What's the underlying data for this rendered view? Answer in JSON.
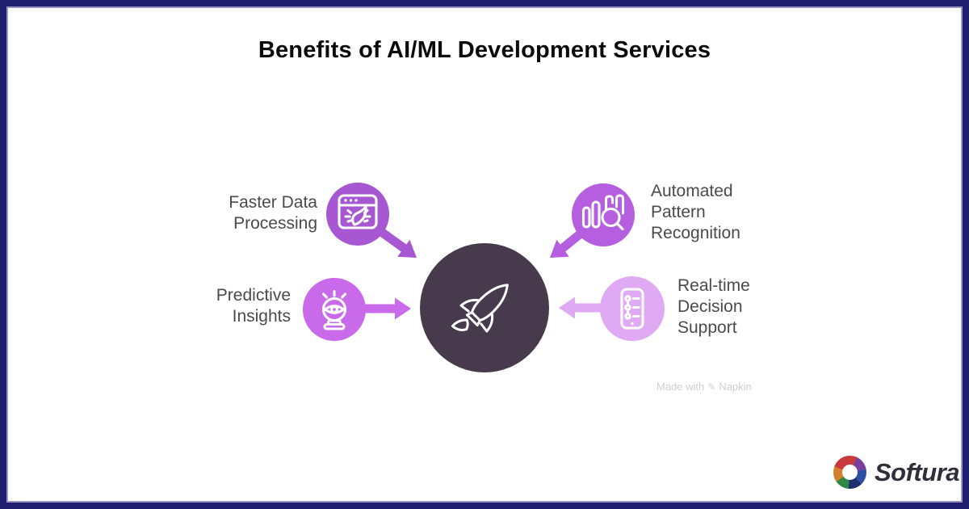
{
  "title": "Benefits of AI/ML Development Services",
  "diagram": {
    "center": {
      "icon": "rocket-icon"
    },
    "nodes": [
      {
        "id": "faster-data-processing",
        "label": "Faster Data Processing",
        "icon": "speedometer-browser-icon",
        "circle_color": "#a757d1",
        "position": "top-left"
      },
      {
        "id": "predictive-insights",
        "label": "Predictive Insights",
        "icon": "crystal-ball-eye-icon",
        "circle_color": "#c96aea",
        "position": "bottom-left"
      },
      {
        "id": "automated-pattern-recognition",
        "label": "Automated Pattern Recognition",
        "icon": "bar-chart-magnifier-icon",
        "circle_color": "#b55fe0",
        "position": "top-right"
      },
      {
        "id": "real-time-decision-support",
        "label": "Real-time Decision Support",
        "icon": "phone-timeline-icon",
        "circle_color": "#e0a9f3",
        "position": "bottom-right"
      }
    ]
  },
  "watermark": {
    "prefix": "Made with",
    "brand": "Napkin"
  },
  "footer_logo": {
    "brand": "Softura"
  },
  "colors": {
    "border": "#1f1e6e",
    "border_line": "#9a98c6",
    "title_text": "#0b0b0b",
    "label_text": "#4a4a4a",
    "center_circle": "#483a4d",
    "icon_stroke": "#ffffff",
    "node_tl": "#a757d1",
    "node_bl": "#c96aea",
    "node_tr": "#b55fe0",
    "node_br": "#e0a9f3",
    "watermark_text": "#cfcfcf",
    "logo_text": "#2f2e39",
    "swirl_red": "#c93a3a",
    "swirl_purple": "#7a3f9e",
    "swirl_blue": "#2c4fa3",
    "swirl_navy": "#1c2f6e",
    "swirl_green": "#2e8747",
    "swirl_orange": "#d2802f"
  }
}
